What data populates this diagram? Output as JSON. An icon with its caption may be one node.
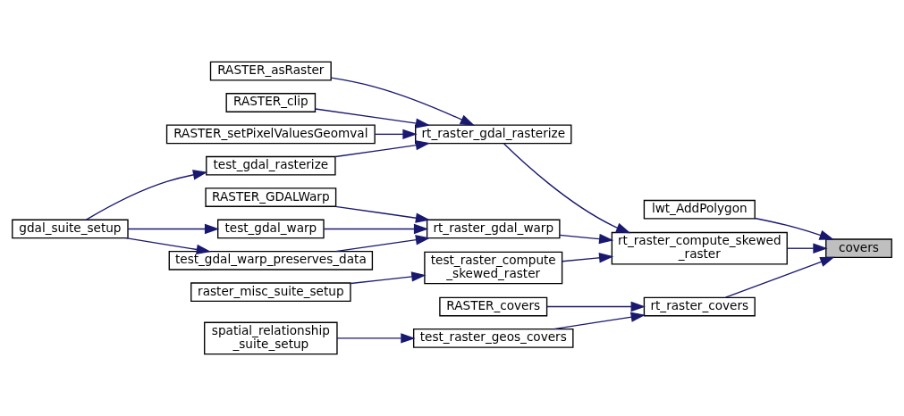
{
  "diagram": {
    "nodes": [
      {
        "text": [
          "covers"
        ]
      },
      {
        "text": [
          "lwt_AddPolygon"
        ]
      },
      {
        "text": [
          "rt_raster_compute_skewed _raster"
        ]
      },
      {
        "text": [
          "rt_raster_covers"
        ]
      },
      {
        "text": [
          "rt_raster_gdal_rasterize"
        ]
      },
      {
        "text": [
          "rt_raster_gdal_warp"
        ]
      },
      {
        "text": [
          "test_raster_compute _skewed_raster"
        ]
      },
      {
        "text": [
          "RASTER_covers"
        ]
      },
      {
        "text": [
          "test_raster_geos_covers"
        ]
      },
      {
        "text": [
          "RASTER_asRaster"
        ]
      },
      {
        "text": [
          "RASTER_clip"
        ]
      },
      {
        "text": [
          "RASTER_setPixelValuesGeomval"
        ]
      },
      {
        "text": [
          "test_gdal_rasterize"
        ]
      },
      {
        "text": [
          "RASTER_GDALWarp"
        ]
      },
      {
        "text": [
          "test_gdal_warp"
        ]
      },
      {
        "text": [
          "test_gdal_warp_preserves_data"
        ]
      },
      {
        "text": [
          "raster_misc_suite_setup"
        ]
      },
      {
        "text": [
          "spatial_relationship _suite_setup"
        ]
      },
      {
        "text": [
          "gdal_suite_setup"
        ]
      }
    ],
    "edges": [
      {
        "from": 1,
        "to": 0,
        "arrow": "to"
      },
      {
        "from": 2,
        "to": 0,
        "arrow": "to"
      },
      {
        "from": 3,
        "to": 0,
        "arrow": "to"
      },
      {
        "from": 4,
        "to": 2,
        "arrow": "to"
      },
      {
        "from": 5,
        "to": 2,
        "arrow": "to"
      },
      {
        "from": 6,
        "to": 2,
        "arrow": "to"
      },
      {
        "from": 7,
        "to": 3,
        "arrow": "to"
      },
      {
        "from": 8,
        "to": 3,
        "arrow": "to"
      },
      {
        "from": 9,
        "to": 4,
        "arrow": "to"
      },
      {
        "from": 10,
        "to": 4,
        "arrow": "to"
      },
      {
        "from": 11,
        "to": 4,
        "arrow": "to"
      },
      {
        "from": 12,
        "to": 4,
        "arrow": "to"
      },
      {
        "from": 13,
        "to": 5,
        "arrow": "to"
      },
      {
        "from": 14,
        "to": 5,
        "arrow": "to"
      },
      {
        "from": 15,
        "to": 5,
        "arrow": "to"
      },
      {
        "from": 16,
        "to": 6,
        "arrow": "to"
      },
      {
        "from": 17,
        "to": 8,
        "arrow": "to"
      },
      {
        "from": 18,
        "to": 12,
        "arrow": "to"
      },
      {
        "from": 18,
        "to": 14,
        "arrow": "to"
      },
      {
        "from": 18,
        "to": 15,
        "arrow": "to"
      }
    ]
  }
}
